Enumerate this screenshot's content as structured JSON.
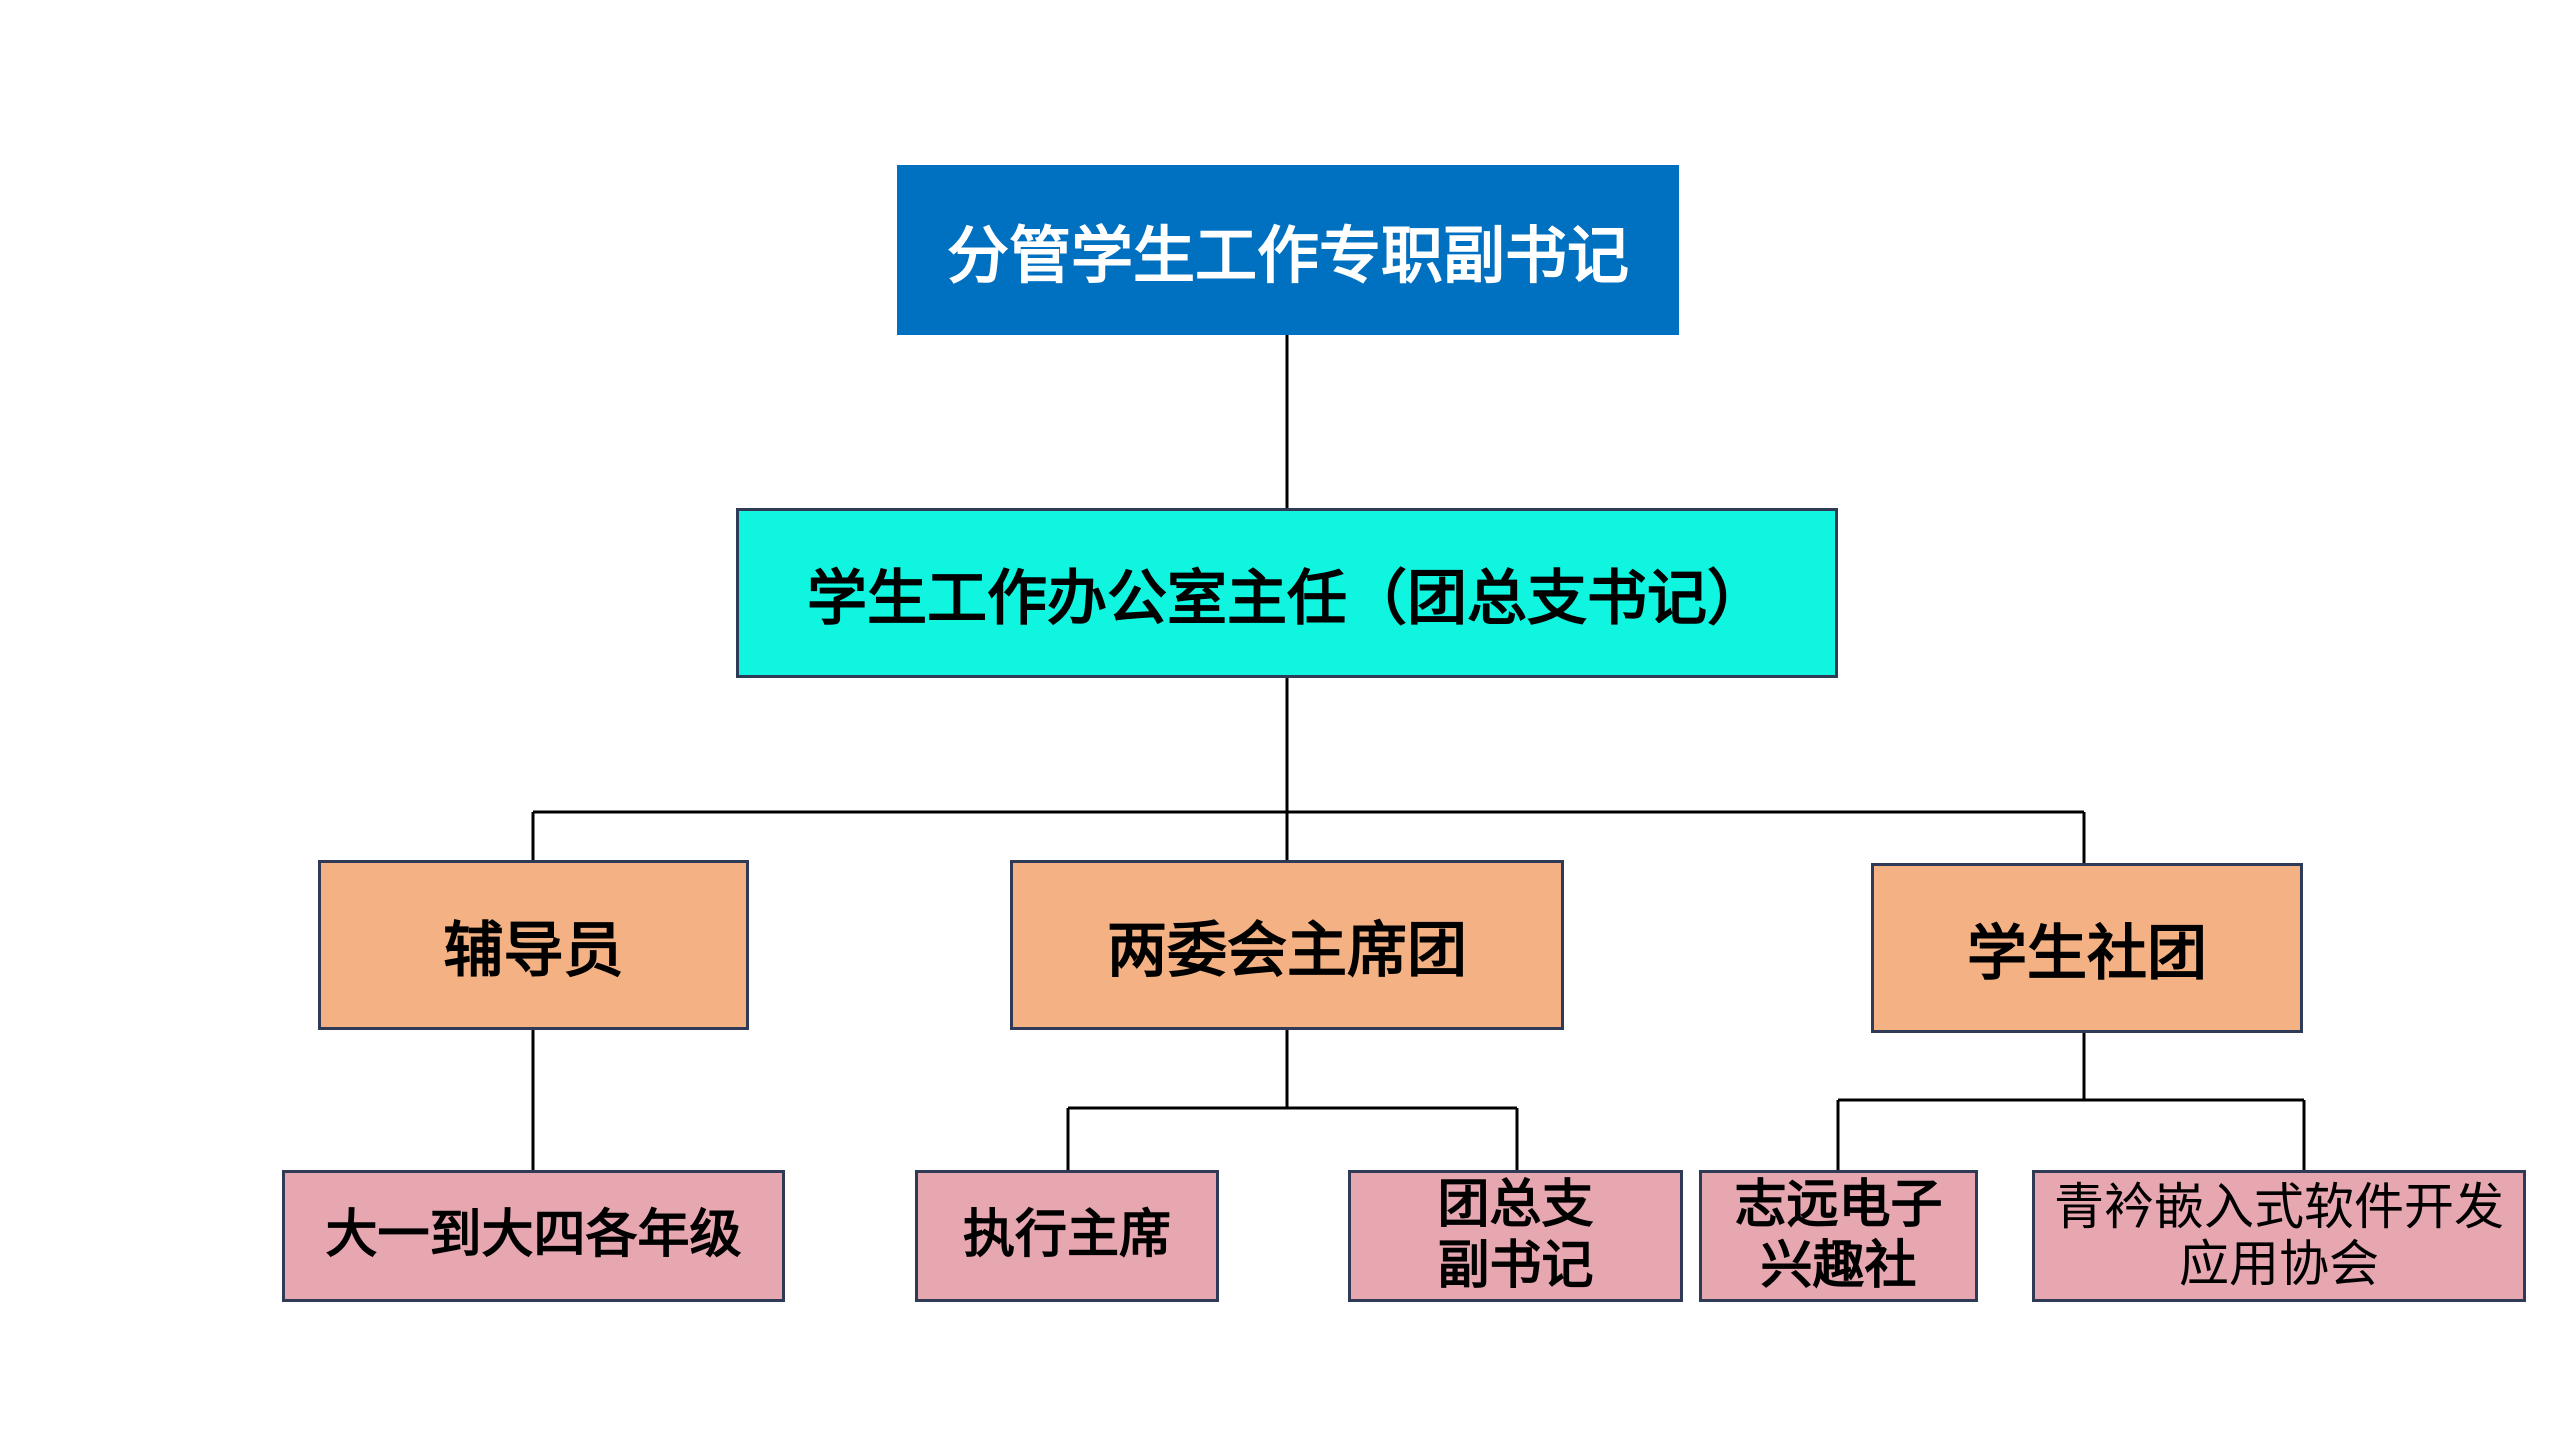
{
  "org_chart": {
    "root": {
      "label": "分管学生工作专职副书记"
    },
    "office": {
      "label": "学生工作办公室主任（团总支书记）"
    },
    "departments": [
      {
        "label": "辅导员"
      },
      {
        "label": "两委会主席团"
      },
      {
        "label": "学生社团"
      }
    ],
    "units": [
      {
        "line1": "大一到大四各年级",
        "line2": ""
      },
      {
        "line1": "执行主席",
        "line2": ""
      },
      {
        "line1": "团总支",
        "line2": "副书记"
      },
      {
        "line1": "志远电子",
        "line2": "兴趣社"
      },
      {
        "line1": "青衿嵌入式软件开发",
        "line2": "应用协会"
      }
    ]
  },
  "colors": {
    "root_fill": "#0070c0",
    "office_fill": "#0ff5e0",
    "department_fill": "#f4b183",
    "unit_fill": "#e6a7b1",
    "connector": "#000000",
    "border": "#2f3a56"
  }
}
